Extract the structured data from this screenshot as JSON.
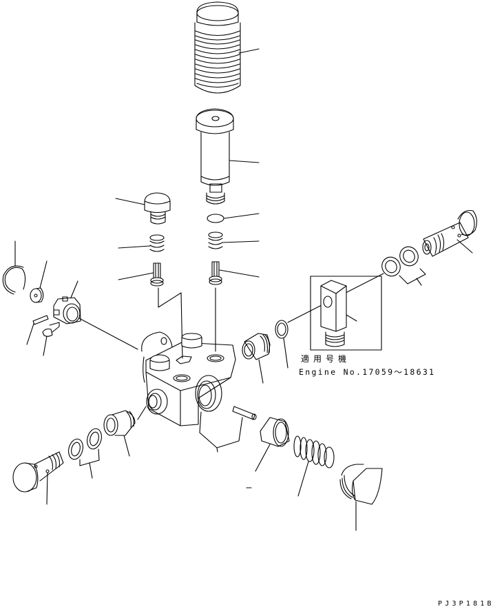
{
  "diagram": {
    "type": "exploded-parts-diagram",
    "subject": "fuel feed pump assembly",
    "applicability_note": {
      "heading": "適用号機",
      "serial_range": "Engine No.17059～18631"
    },
    "drawing_id": "PJ3P181B",
    "parts": [
      {
        "name": "dust boot (bellows)",
        "icon": "bellows-icon"
      },
      {
        "name": "priming pump",
        "icon": "priming-pump-icon"
      },
      {
        "name": "o-ring",
        "icon": "o-ring-icon"
      },
      {
        "name": "spring",
        "icon": "spring-icon"
      },
      {
        "name": "valve",
        "icon": "valve-icon"
      },
      {
        "name": "plug",
        "icon": "plug-icon"
      },
      {
        "name": "spring",
        "icon": "spring-icon"
      },
      {
        "name": "valve",
        "icon": "valve-icon"
      },
      {
        "name": "snap ring",
        "icon": "snap-ring-icon"
      },
      {
        "name": "roller",
        "icon": "roller-icon"
      },
      {
        "name": "tappet",
        "icon": "tappet-icon"
      },
      {
        "name": "pin",
        "icon": "pin-icon"
      },
      {
        "name": "guide",
        "icon": "guide-icon"
      },
      {
        "name": "pump body",
        "icon": "pump-body-icon"
      },
      {
        "name": "connector",
        "icon": "connector-icon"
      },
      {
        "name": "gasket",
        "icon": "gasket-icon"
      },
      {
        "name": "gasket set",
        "icon": "washer-pair-icon"
      },
      {
        "name": "eye bolt",
        "icon": "eye-bolt-icon"
      },
      {
        "name": "adapter (serial-limited)",
        "icon": "adapter-icon"
      },
      {
        "name": "connector",
        "icon": "connector-icon"
      },
      {
        "name": "gasket set",
        "icon": "washer-pair-icon"
      },
      {
        "name": "eye bolt",
        "icon": "eye-bolt-icon"
      },
      {
        "name": "pin set",
        "icon": "pin-icon"
      },
      {
        "name": "piston",
        "icon": "piston-icon"
      },
      {
        "name": "spring",
        "icon": "spring-icon"
      },
      {
        "name": "plug",
        "icon": "plug-icon"
      }
    ]
  }
}
